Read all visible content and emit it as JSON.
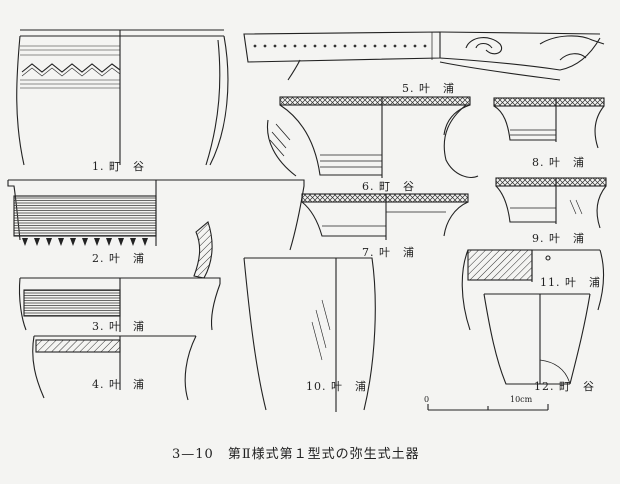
{
  "figure": {
    "caption": "3—10　第Ⅱ様式第１型式の弥生式土器",
    "vessels": [
      {
        "label": "1. 町　谷"
      },
      {
        "label": "2. 叶　浦"
      },
      {
        "label": "3. 叶　浦"
      },
      {
        "label": "4. 叶　浦"
      },
      {
        "label": "5. 叶　浦"
      },
      {
        "label": "6. 町　谷"
      },
      {
        "label": "7. 叶　浦"
      },
      {
        "label": "8. 叶　浦"
      },
      {
        "label": "9. 叶　浦"
      },
      {
        "label": "10. 叶　浦"
      },
      {
        "label": "11. 叶　浦"
      },
      {
        "label": "12. 町　谷"
      }
    ],
    "scale": {
      "start": "0",
      "end": "10cm"
    }
  }
}
